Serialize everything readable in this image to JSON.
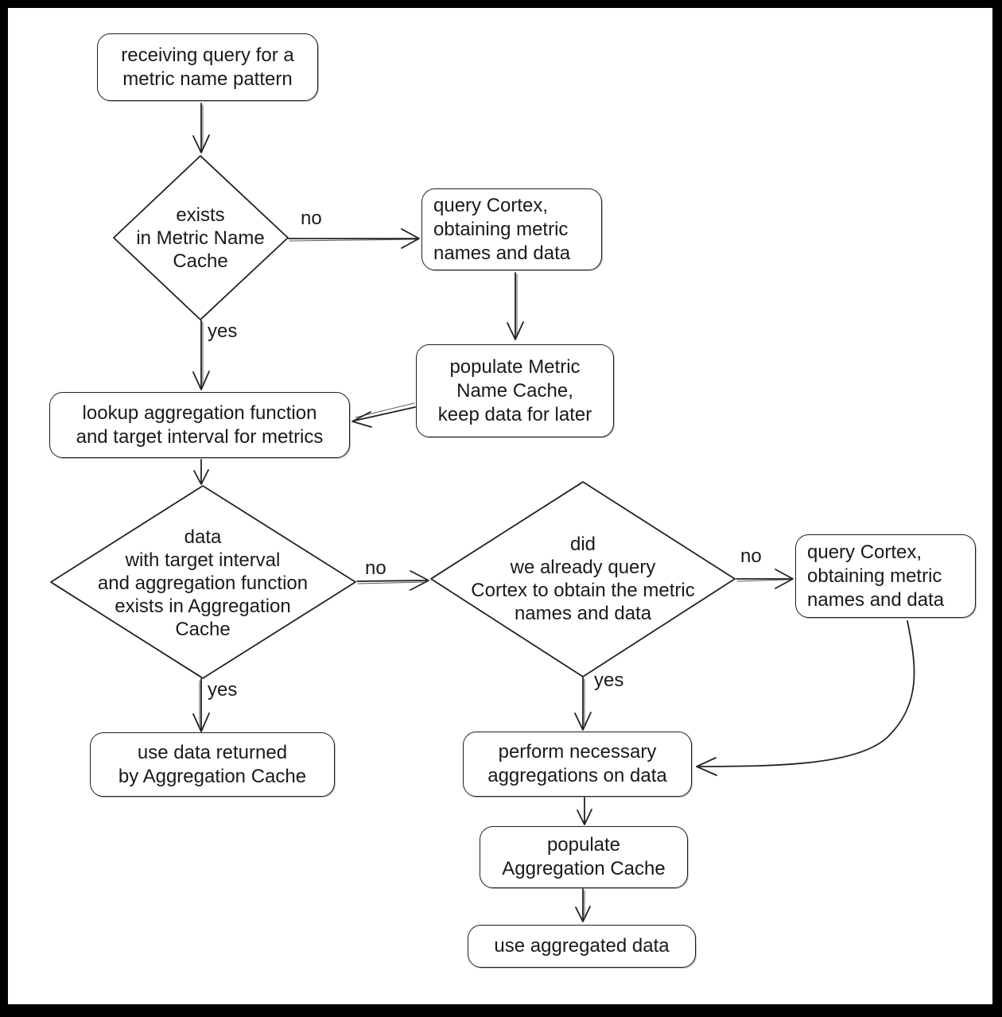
{
  "diagram": {
    "title": "metric query flowchart",
    "colors": {
      "stroke": "#222222",
      "node_border": "#1f1f1f",
      "background": "#ffffff",
      "frame": "#000000",
      "text": "#1a1a1a"
    },
    "nodes": {
      "receive_query": {
        "label": "receiving query for a\nmetric name pattern",
        "shape": "rounded-rect"
      },
      "exists_name_cache": {
        "label": "exists\nin Metric Name\nCache",
        "shape": "diamond"
      },
      "query_cortex_top": {
        "label": "query Cortex,\nobtaining metric\nnames and data",
        "shape": "rounded-rect"
      },
      "populate_name_cache": {
        "label": "populate Metric\nName Cache,\nkeep data for later",
        "shape": "rounded-rect"
      },
      "lookup_aggregation": {
        "label": "lookup aggregation function\nand target interval for metrics",
        "shape": "rounded-rect"
      },
      "data_in_agg_cache": {
        "label": "data\nwith target interval\nand aggregation function\nexists in Aggregation\nCache",
        "shape": "diamond"
      },
      "already_queried": {
        "label": "did\nwe already query\nCortex to obtain the metric\nnames and data",
        "shape": "diamond"
      },
      "query_cortex_right": {
        "label": "query Cortex,\nobtaining metric\nnames and data",
        "shape": "rounded-rect"
      },
      "use_agg_cache_data": {
        "label": "use data returned\nby Aggregation Cache",
        "shape": "rounded-rect"
      },
      "perform_aggregations": {
        "label": "perform necessary\naggregations on data",
        "shape": "rounded-rect"
      },
      "populate_agg_cache": {
        "label": "populate\nAggregation Cache",
        "shape": "rounded-rect"
      },
      "use_aggregated_data": {
        "label": "use aggregated data",
        "shape": "rounded-rect"
      }
    },
    "edge_labels": {
      "no_name_cache": "no",
      "yes_name_cache": "yes",
      "no_agg_cache": "no",
      "no_already_queried": "no",
      "yes_already_queried": "yes",
      "yes_agg_cache": "yes"
    }
  }
}
